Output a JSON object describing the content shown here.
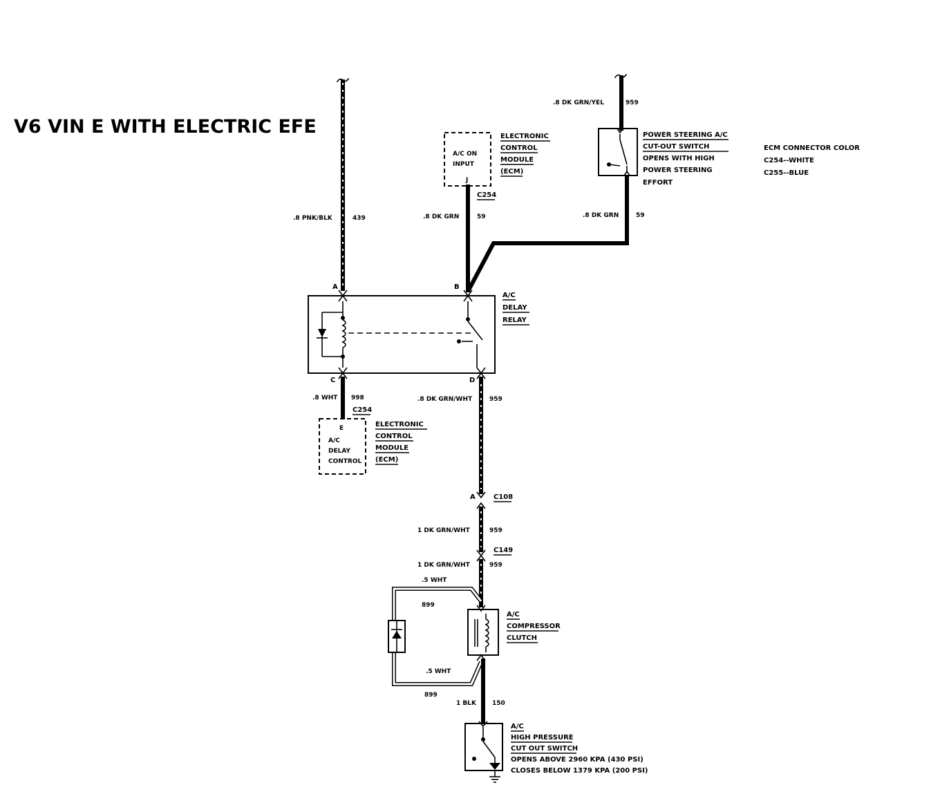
{
  "title": "V6 VIN E WITH ELECTRIC EFE",
  "ecm_color_note": {
    "heading": "ECM CONNECTOR COLOR",
    "line1": "C254--WHITE",
    "line2": "C255--BLUE"
  },
  "wires": {
    "pnk_blk": {
      "label": ".8 PNK/BLK",
      "circuit": "439"
    },
    "dk_grn_yel": {
      "label": ".8 DK GRN/YEL",
      "circuit": "959"
    },
    "dk_grn_ecm": {
      "label": ".8 DK GRN",
      "circuit": "59"
    },
    "dk_grn_ps": {
      "label": ".8 DK GRN",
      "circuit": "59"
    },
    "wht_c": {
      "label": ".8 WHT",
      "circuit": "998"
    },
    "dk_grn_wht_d": {
      "label": ".8 DK GRN/WHT",
      "circuit": "959"
    },
    "dk_grn_wht_1": {
      "label": "1 DK GRN/WHT",
      "circuit": "959"
    },
    "dk_grn_wht_2": {
      "label": "1 DK GRN/WHT",
      "circuit": "959"
    },
    "wht_top": {
      "label": ".5 WHT",
      "circuit": "899"
    },
    "wht_bot": {
      "label": ".5 WHT",
      "circuit": "899"
    },
    "blk": {
      "label": "1 BLK",
      "circuit": "150"
    }
  },
  "ecm_top": {
    "name_lines": [
      "ELECTRONIC",
      "CONTROL",
      "MODULE",
      "(ECM)"
    ],
    "input_lines": [
      "A/C ON",
      "INPUT"
    ],
    "pin": "J",
    "connector": "C254"
  },
  "ps_switch": {
    "lines": [
      "POWER STEERING A/C",
      "CUT-OUT SWITCH",
      "OPENS WITH HIGH",
      "POWER STEERING",
      "EFFORT"
    ]
  },
  "relay": {
    "name_lines": [
      "A/C",
      "DELAY",
      "RELAY"
    ],
    "pins": {
      "a": "A",
      "b": "B",
      "c": "C",
      "d": "D"
    }
  },
  "ecm_bottom": {
    "name_lines": [
      "ELECTRONIC",
      "CONTROL",
      "MODULE",
      "(ECM)"
    ],
    "input_lines": [
      "A/C",
      "DELAY",
      "CONTROL"
    ],
    "pin": "E",
    "connector": "C254"
  },
  "connectors": {
    "c108": {
      "pin": "A",
      "name": "C108"
    },
    "c149": {
      "name": "C149"
    }
  },
  "clutch": {
    "name_lines": [
      "A/C",
      "COMPRESSOR",
      "CLUTCH"
    ]
  },
  "hp_switch": {
    "name_lines": [
      "A/C",
      "HIGH PRESSURE",
      "CUT OUT SWITCH"
    ],
    "spec_lines": [
      "OPENS ABOVE 2960 KPA (430 PSI)",
      "CLOSES BELOW 1379 KPA (200 PSI)"
    ]
  }
}
